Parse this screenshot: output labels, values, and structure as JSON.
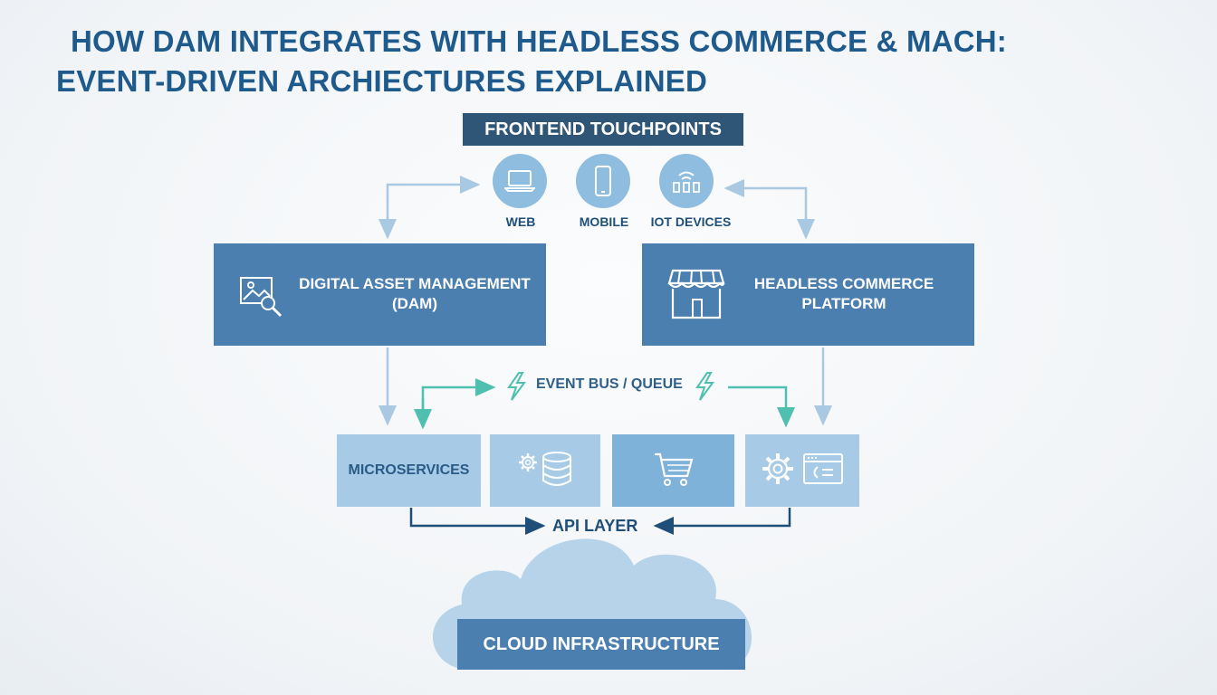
{
  "title": {
    "line1": "HOW DAM INTEGRATES WITH HEADLESS COMMERCE & MACH:",
    "line2": "EVENT-DRIVEN ARCHIECTURES EXPLAINED"
  },
  "frontend": {
    "heading": "FRONTEND TOUCHPOINTS",
    "touchpoints": [
      {
        "label": "WEB",
        "icon": "laptop-icon"
      },
      {
        "label": "MOBILE",
        "icon": "smartphone-icon"
      },
      {
        "label": "IOT DEVICES",
        "icon": "iot-wifi-icon"
      }
    ]
  },
  "dam": {
    "line1": "DIGITAL ASSET MANAGEMENT",
    "line2": "(DAM)",
    "icon": "image-search-icon"
  },
  "commerce": {
    "line1": "HEADLESS COMMERCE",
    "line2": "PLATFORM",
    "icon": "storefront-icon"
  },
  "event_bus": {
    "label": "EVENT BUS / QUEUE",
    "icon": "lightning-icon"
  },
  "services": {
    "microservices_label": "MICROSERVICES",
    "icons": [
      "gear-icon",
      "database-icon",
      "shopping-cart-icon",
      "settings-gear-icon",
      "code-window-icon"
    ]
  },
  "api": {
    "label": "API LAYER"
  },
  "cloud": {
    "label": "CLOUD INFRASTRUCTURE",
    "icon": "cloud-icon"
  },
  "colors": {
    "title": "#1f5a8c",
    "dark_panel": "#2f5577",
    "box_blue": "#4b7fb0",
    "light_blue": "#a7cbe6",
    "teal_arrow": "#4fbfb0"
  }
}
